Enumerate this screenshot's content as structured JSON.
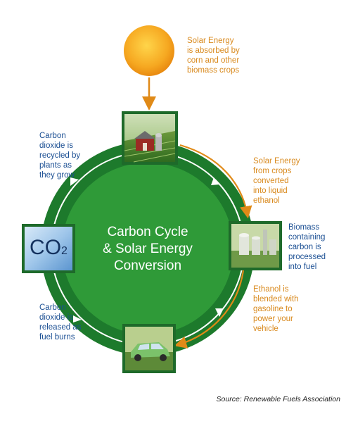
{
  "center": {
    "line1": "Carbon Cycle",
    "line2": "& Solar Energy",
    "line3": "Conversion"
  },
  "co2": {
    "main": "CO",
    "sub": "2"
  },
  "steps": {
    "solar_absorbed": [
      "Solar Energy",
      "is absorbed by",
      "corn and other",
      "biomass crops"
    ],
    "solar_converted": [
      "Solar Energy",
      "from crops",
      "converted",
      "into liquid",
      "ethanol"
    ],
    "biomass_processed": [
      "Biomass",
      "containing",
      "carbon is",
      "processed",
      "into fuel"
    ],
    "ethanol_blended": [
      "Ethanol is",
      "blended with",
      "gasoline to",
      "power your",
      "vehicle"
    ],
    "co2_released": [
      "Carbon",
      "dioxide is",
      "released as",
      "fuel burns"
    ],
    "co2_recycled": [
      "Carbon",
      "dioxide is",
      "recycled by",
      "plants as",
      "they grow"
    ]
  },
  "source": "Source: Renewable Fuels Association",
  "colors": {
    "ring": "#1d7a2c",
    "disc": "#2f9a38",
    "sun": "#f5a623",
    "arrow_orange": "#e08a17",
    "text_orange": "#d98a1e",
    "text_blue": "#1b4f93",
    "co2_box": "#9ec3e8"
  }
}
